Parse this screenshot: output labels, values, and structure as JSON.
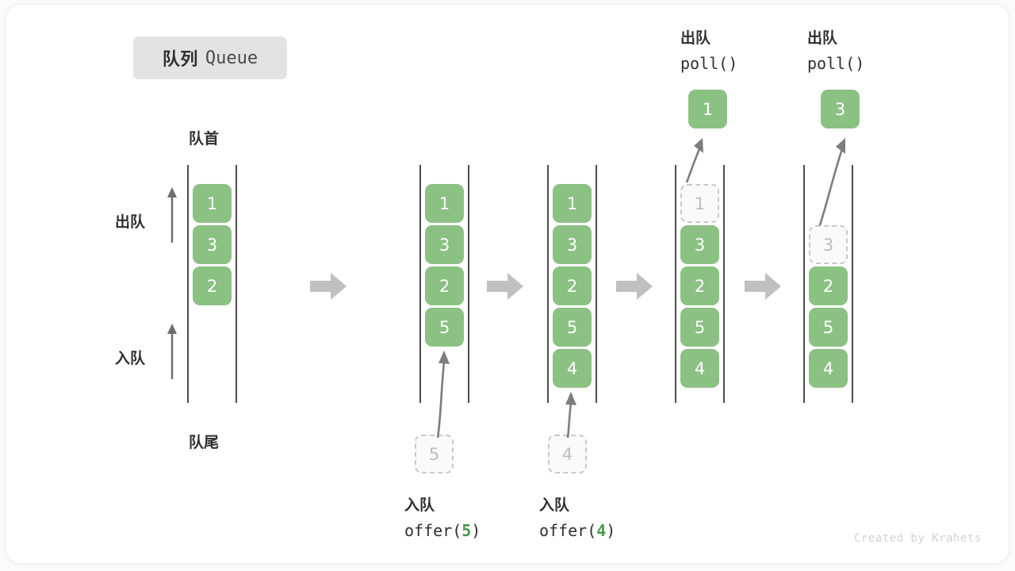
{
  "title": {
    "cn": "队列",
    "en": "Queue"
  },
  "labels": {
    "head": "队首",
    "tail": "队尾",
    "dequeue": "出队",
    "enqueue": "入队"
  },
  "colors": {
    "cell_green": "#8cc184",
    "ghost_border": "#c9c9c9",
    "ghost_text": "#bdbdbd",
    "rail": "#4d4d4d",
    "arrow_gray": "#c0c0c0",
    "curve_gray": "#7d7d7d",
    "badge_bg": "#e3e3e3",
    "text_dark": "#2f2f2f",
    "accent_green_text": "#4a9a4a"
  },
  "columns": [
    {
      "id": "state-1",
      "cells": [
        {
          "value": "1",
          "state": "filled"
        },
        {
          "value": "3",
          "state": "filled"
        },
        {
          "value": "2",
          "state": "filled"
        }
      ]
    },
    {
      "id": "state-2",
      "cells": [
        {
          "value": "1",
          "state": "filled"
        },
        {
          "value": "3",
          "state": "filled"
        },
        {
          "value": "2",
          "state": "filled"
        },
        {
          "value": "5",
          "state": "filled"
        }
      ]
    },
    {
      "id": "state-3",
      "cells": [
        {
          "value": "1",
          "state": "filled"
        },
        {
          "value": "3",
          "state": "filled"
        },
        {
          "value": "2",
          "state": "filled"
        },
        {
          "value": "5",
          "state": "filled"
        },
        {
          "value": "4",
          "state": "filled"
        }
      ]
    },
    {
      "id": "state-4",
      "cells": [
        {
          "value": "1",
          "state": "ghost"
        },
        {
          "value": "3",
          "state": "filled"
        },
        {
          "value": "2",
          "state": "filled"
        },
        {
          "value": "5",
          "state": "filled"
        },
        {
          "value": "4",
          "state": "filled"
        }
      ]
    },
    {
      "id": "state-5",
      "cells": [
        {
          "value": "",
          "state": "empty"
        },
        {
          "value": "3",
          "state": "ghost"
        },
        {
          "value": "2",
          "state": "filled"
        },
        {
          "value": "5",
          "state": "filled"
        },
        {
          "value": "4",
          "state": "filled"
        }
      ]
    }
  ],
  "operations": {
    "enqueue_5": {
      "ghost_value": "5",
      "label_cn": "入队",
      "call_prefix": "offer(",
      "call_arg": "5",
      "call_suffix": ")"
    },
    "enqueue_4": {
      "ghost_value": "4",
      "label_cn": "入队",
      "call_prefix": "offer(",
      "call_arg": "4",
      "call_suffix": ")"
    },
    "dequeue_1": {
      "label_cn": "出队",
      "call": "poll()",
      "popped_value": "1"
    },
    "dequeue_3": {
      "label_cn": "出队",
      "call": "poll()",
      "popped_value": "3"
    }
  },
  "watermark": "Created by Krahets"
}
